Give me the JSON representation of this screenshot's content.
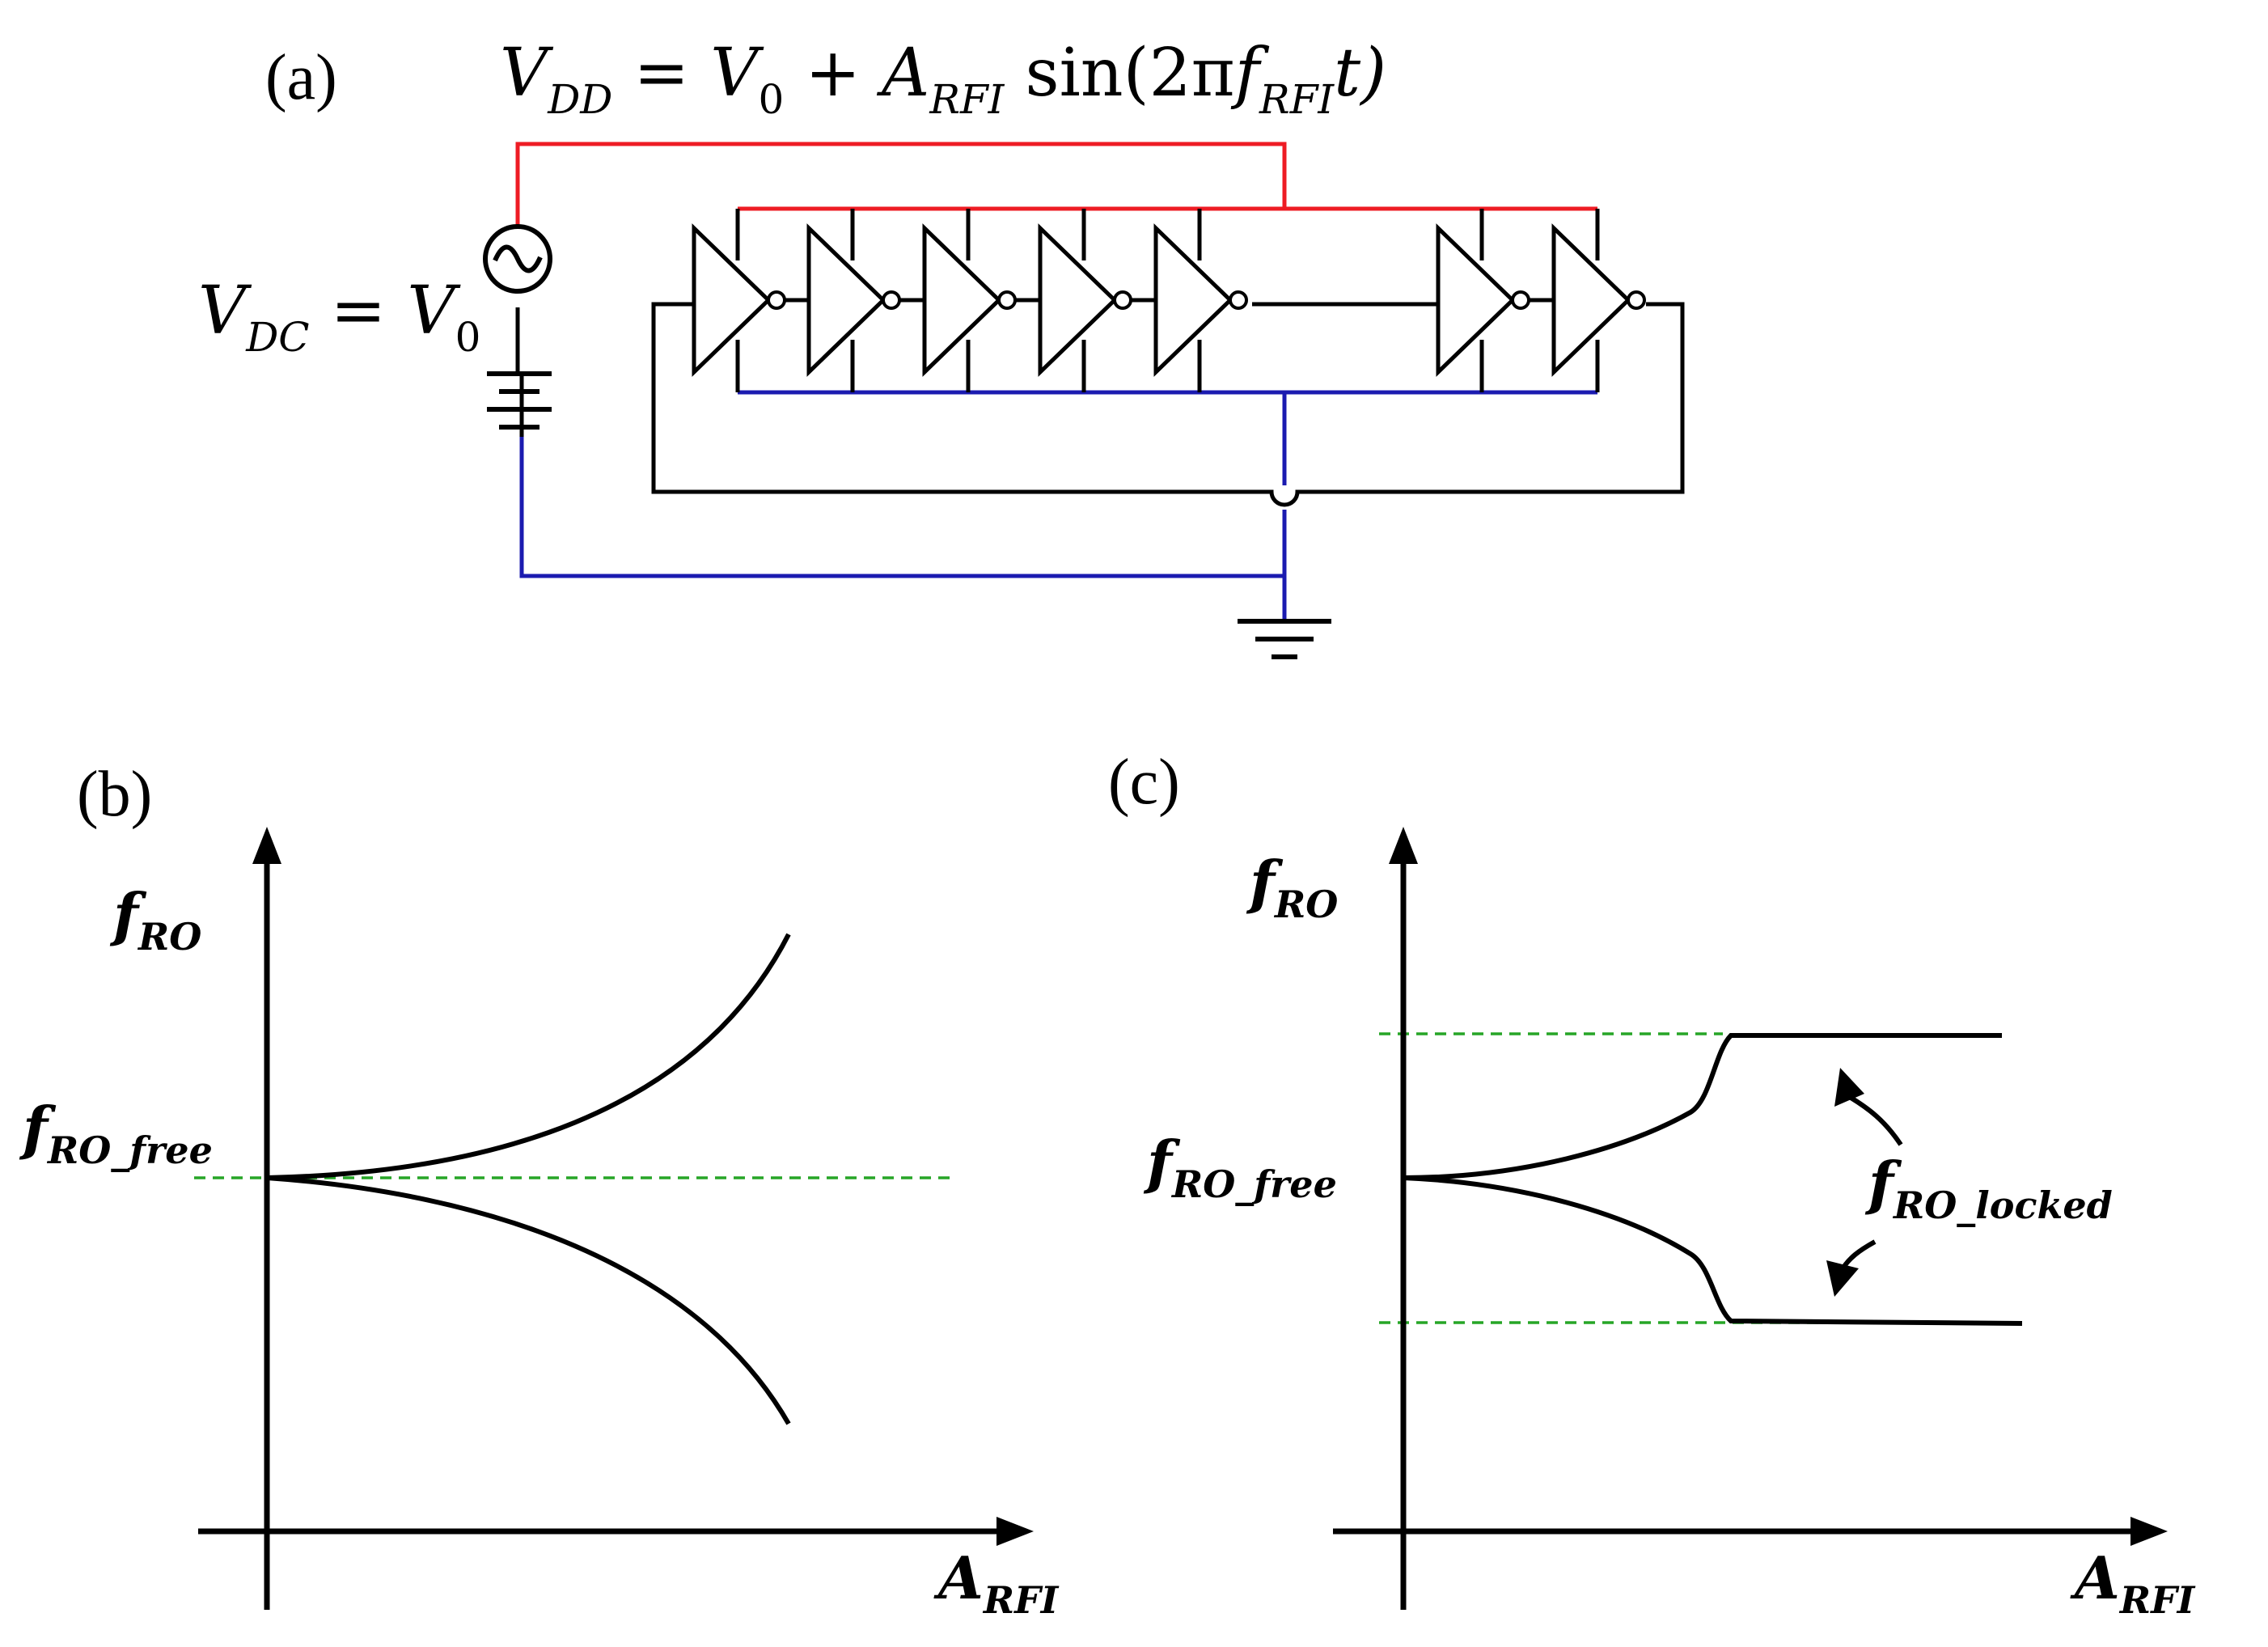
{
  "panels": {
    "a": {
      "label": "(a)",
      "vdd_equation": {
        "lhs": "V",
        "lhs_sub": "DD",
        "eq": " = ",
        "v0": "V",
        "v0_sub": "0",
        "plus": " + ",
        "amp": "A",
        "amp_sub": "RFI",
        "fn": " sin(2π",
        "freq": "f",
        "freq_sub": "RFI",
        "tail": "t)"
      },
      "vdc_equation": {
        "lhs": "V",
        "lhs_sub": "DC",
        "eq": " = ",
        "rhs": "V",
        "rhs_sub": "0"
      },
      "inverter_count": 7,
      "colors": {
        "supply": "#ee1c24",
        "ground": "#1b1bb0",
        "signal": "#000000"
      }
    },
    "b": {
      "label": "(b)",
      "y_axis": {
        "main": "f",
        "sub": "RO"
      },
      "x_axis": {
        "main": "A",
        "sub": "RFI"
      },
      "ref_label": {
        "main": "f",
        "sub": "RO_free"
      }
    },
    "c": {
      "label": "(c)",
      "y_axis": {
        "main": "f",
        "sub": "RO"
      },
      "x_axis": {
        "main": "A",
        "sub": "RFI"
      },
      "ref_label": {
        "main": "f",
        "sub": "RO_free"
      },
      "locked_label": {
        "main": "f",
        "sub": "RO_locked"
      }
    }
  },
  "colors": {
    "dashed_reference": "#27a527",
    "curve": "#000000"
  }
}
